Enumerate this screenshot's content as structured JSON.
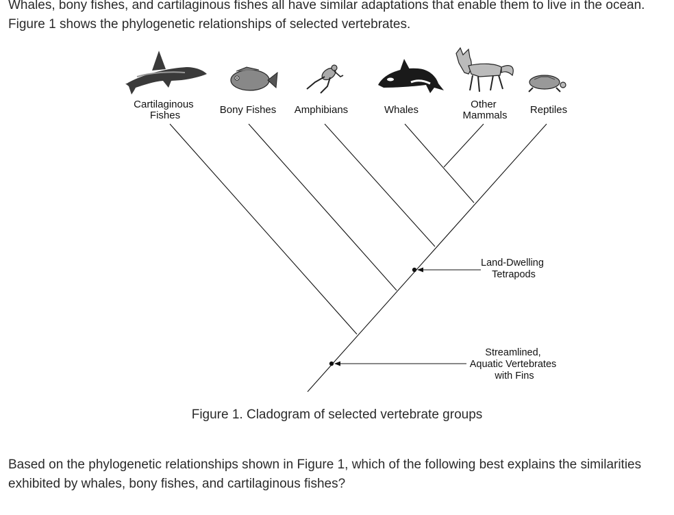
{
  "intro": "Whales, bony fishes, and cartilaginous fishes all have similar adaptations that enable them to live in the ocean. Figure 1 shows the phylogenetic relationships of selected vertebrates.",
  "taxa": [
    {
      "line1": "Cartilaginous",
      "line2": "Fishes",
      "icon": "shark-icon"
    },
    {
      "line1": "Bony Fishes",
      "line2": "",
      "icon": "fish-icon"
    },
    {
      "line1": "Amphibians",
      "line2": "",
      "icon": "frog-icon"
    },
    {
      "line1": "Whales",
      "line2": "",
      "icon": "orca-icon"
    },
    {
      "line1": "Other",
      "line2": "Mammals",
      "icon": "fox-icon"
    },
    {
      "line1": "Reptiles",
      "line2": "",
      "icon": "turtle-icon"
    }
  ],
  "markers": [
    {
      "lines": [
        "Land-Dwelling",
        "Tetrapods"
      ]
    },
    {
      "lines": [
        "Streamlined,",
        "Aquatic Vertebrates",
        "with Fins"
      ]
    }
  ],
  "caption": "Figure 1. Cladogram of selected vertebrate groups",
  "question": "Based on the phylogenetic relationships shown in Figure 1, which of the following best explains the similarities exhibited by whales, bony fishes, and cartilaginous fishes?"
}
